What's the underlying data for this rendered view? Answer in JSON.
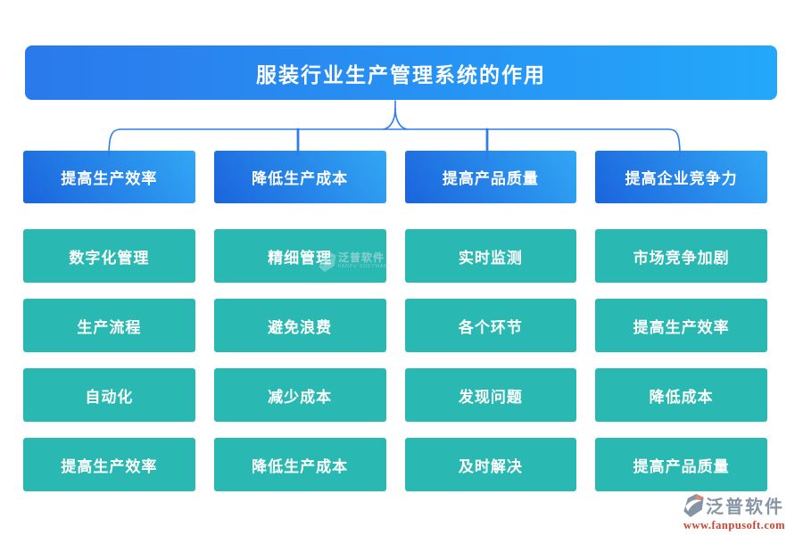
{
  "title": "服装行业生产管理系统的作用",
  "columns": [
    {
      "header": "提高生产效率",
      "items": [
        "数字化管理",
        "生产流程",
        "自动化",
        "提高生产效率"
      ]
    },
    {
      "header": "降低生产成本",
      "items": [
        "精细管理",
        "避免浪费",
        "减少成本",
        "降低生产成本"
      ]
    },
    {
      "header": "提高产品质量",
      "items": [
        "实时监测",
        "各个环节",
        "发现问题",
        "及时解决"
      ]
    },
    {
      "header": "提高企业竞争力",
      "items": [
        "市场竞争加剧",
        "提高生产效率",
        "降低成本",
        "提高产品质量"
      ]
    }
  ],
  "watermark": {
    "text": "泛普软件",
    "subtext": "FANPU SOFTWARE"
  },
  "brand": {
    "name": "泛普软件",
    "url": "www.fanpusoft.com"
  },
  "colors": {
    "banner_start": "#2b79ec",
    "banner_end": "#23a8fa",
    "branch_start": "#1b64dd",
    "branch_end": "#31a7f5",
    "item_teal": "#2ab9b2",
    "connector_blue": "#2e7ee9",
    "logo_gray": "#8795a5",
    "logo_red": "#cf4232"
  }
}
